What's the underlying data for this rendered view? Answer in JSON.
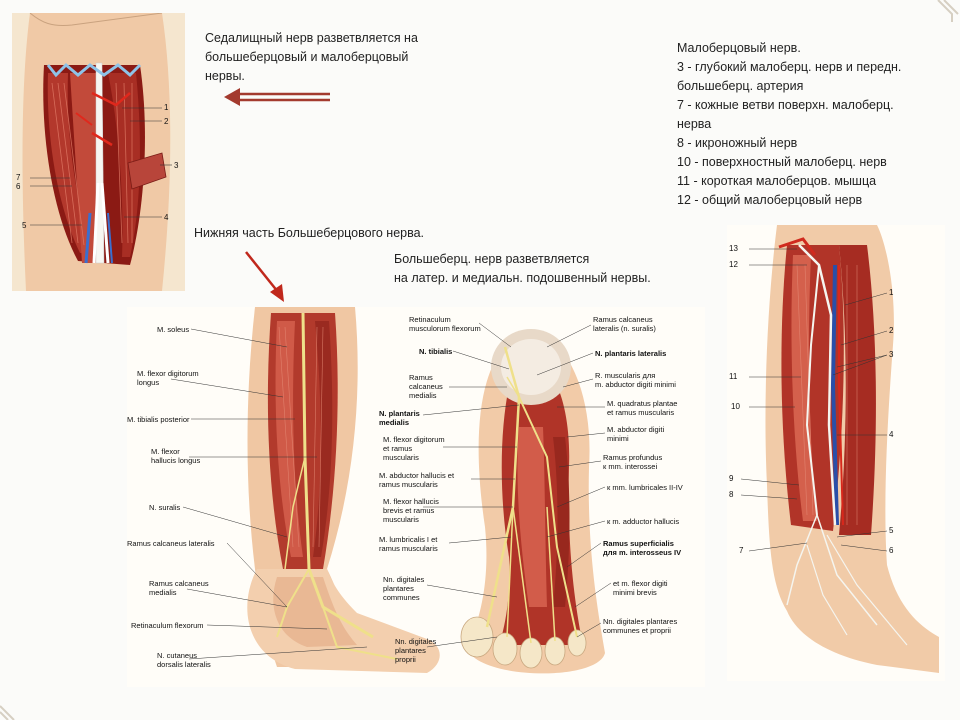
{
  "captions": {
    "sciatic": [
      "Седалищный нерв разветвляется на",
      "большеберцовый и малоберцовый",
      "нервы."
    ],
    "tibial_lower": "Нижняя часть Большеберцового нерва.",
    "tibial_branch": [
      "Большеберц. нерв разветвляется",
      "на латер. и медиальн. подошвенный нервы."
    ],
    "peroneal_legend": [
      "Малоберцовый нерв.",
      "3 - глубокий малоберц. нерв и передн.",
      "большеберц. артерия",
      "7 - кожные ветви поверхн. малоберц.",
      "нерва",
      "8 - икроножный нерв",
      "10 - поверхностный малоберц. нерв",
      "11 - короткая малоберцов. мышца",
      "12 - общий малоберцовый нерв"
    ]
  },
  "fig1": {
    "numbers_right": [
      "1",
      "2",
      "3",
      "4"
    ],
    "numbers_left": [
      "7",
      "6",
      "5"
    ]
  },
  "fig2": {
    "labels_left": [
      "M. soleus",
      "M. flexor digitorum\nlongus",
      "M. tibialis posterior",
      "M. flexor\nhallucis longus",
      "N. suralis",
      "Ramus calcaneus lateralis",
      "Ramus calcaneus\nmedialis",
      "Retinaculum flexorum",
      "N. cutaneus\ndorsalis lateralis"
    ],
    "labels_middle": [
      "Retinaculum\nmusculorum flexorum",
      "N. tibialis",
      "Ramus\ncalcaneus\nmedialis",
      "N. plantaris\nmedialis",
      "M. flexor digitorum\net ramus\nmuscularis",
      "M. abductor hallucis et\nramus muscularis",
      "M. flexor hallucis\nbrevis et ramus\nmuscularis",
      "M. lumbricalis I et\nramus muscularis",
      "Nn. digitales\nplantares\ncommunes",
      "Nn. digitales\nplantares\nproprii"
    ],
    "labels_right": [
      "Ramus calcaneus\nlateralis (n. suralis)",
      "N. plantaris lateralis",
      "R. muscularis для\nm. abductor digiti minimi",
      "M. quadratus plantae\net ramus muscularis",
      "M. abductor digiti\nminimi",
      "Ramus profundus\nк mm. interossei",
      "к mm. lumbricales II-IV",
      "к m. adductor hallucis",
      "Ramus superficialis\nдля m. interosseus IV",
      "et m. flexor digiti\nminimi brevis",
      "Nn. digitales plantares\ncommunes et proprii"
    ]
  },
  "fig3": {
    "numbers_left": [
      "13",
      "12",
      "11",
      "10",
      "9",
      "8",
      "7"
    ],
    "numbers_right": [
      "1",
      "2",
      "3",
      "4",
      "5",
      "6"
    ]
  }
}
